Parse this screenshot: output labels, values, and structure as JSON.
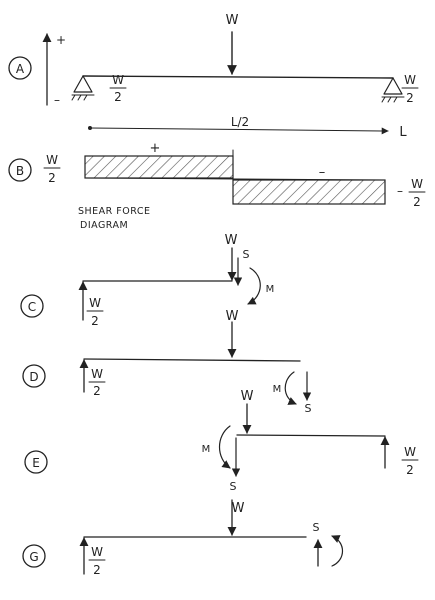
{
  "labels": {
    "A": "A",
    "B": "B",
    "C": "C",
    "D": "D",
    "E": "E",
    "G": "G",
    "w": "W",
    "s": "S",
    "m": "M",
    "plus": "+",
    "minus": "–",
    "half_num": "W",
    "half_den": "2",
    "neg_half_prefix": "– ",
    "l_half": "L/2",
    "l": "L",
    "sfd_line1": "SHEAR FORCE",
    "sfd_line2": "DIAGRAM"
  },
  "colors": {
    "ink": "#222222",
    "hatch": "#555555",
    "paper": "#ffffff"
  }
}
